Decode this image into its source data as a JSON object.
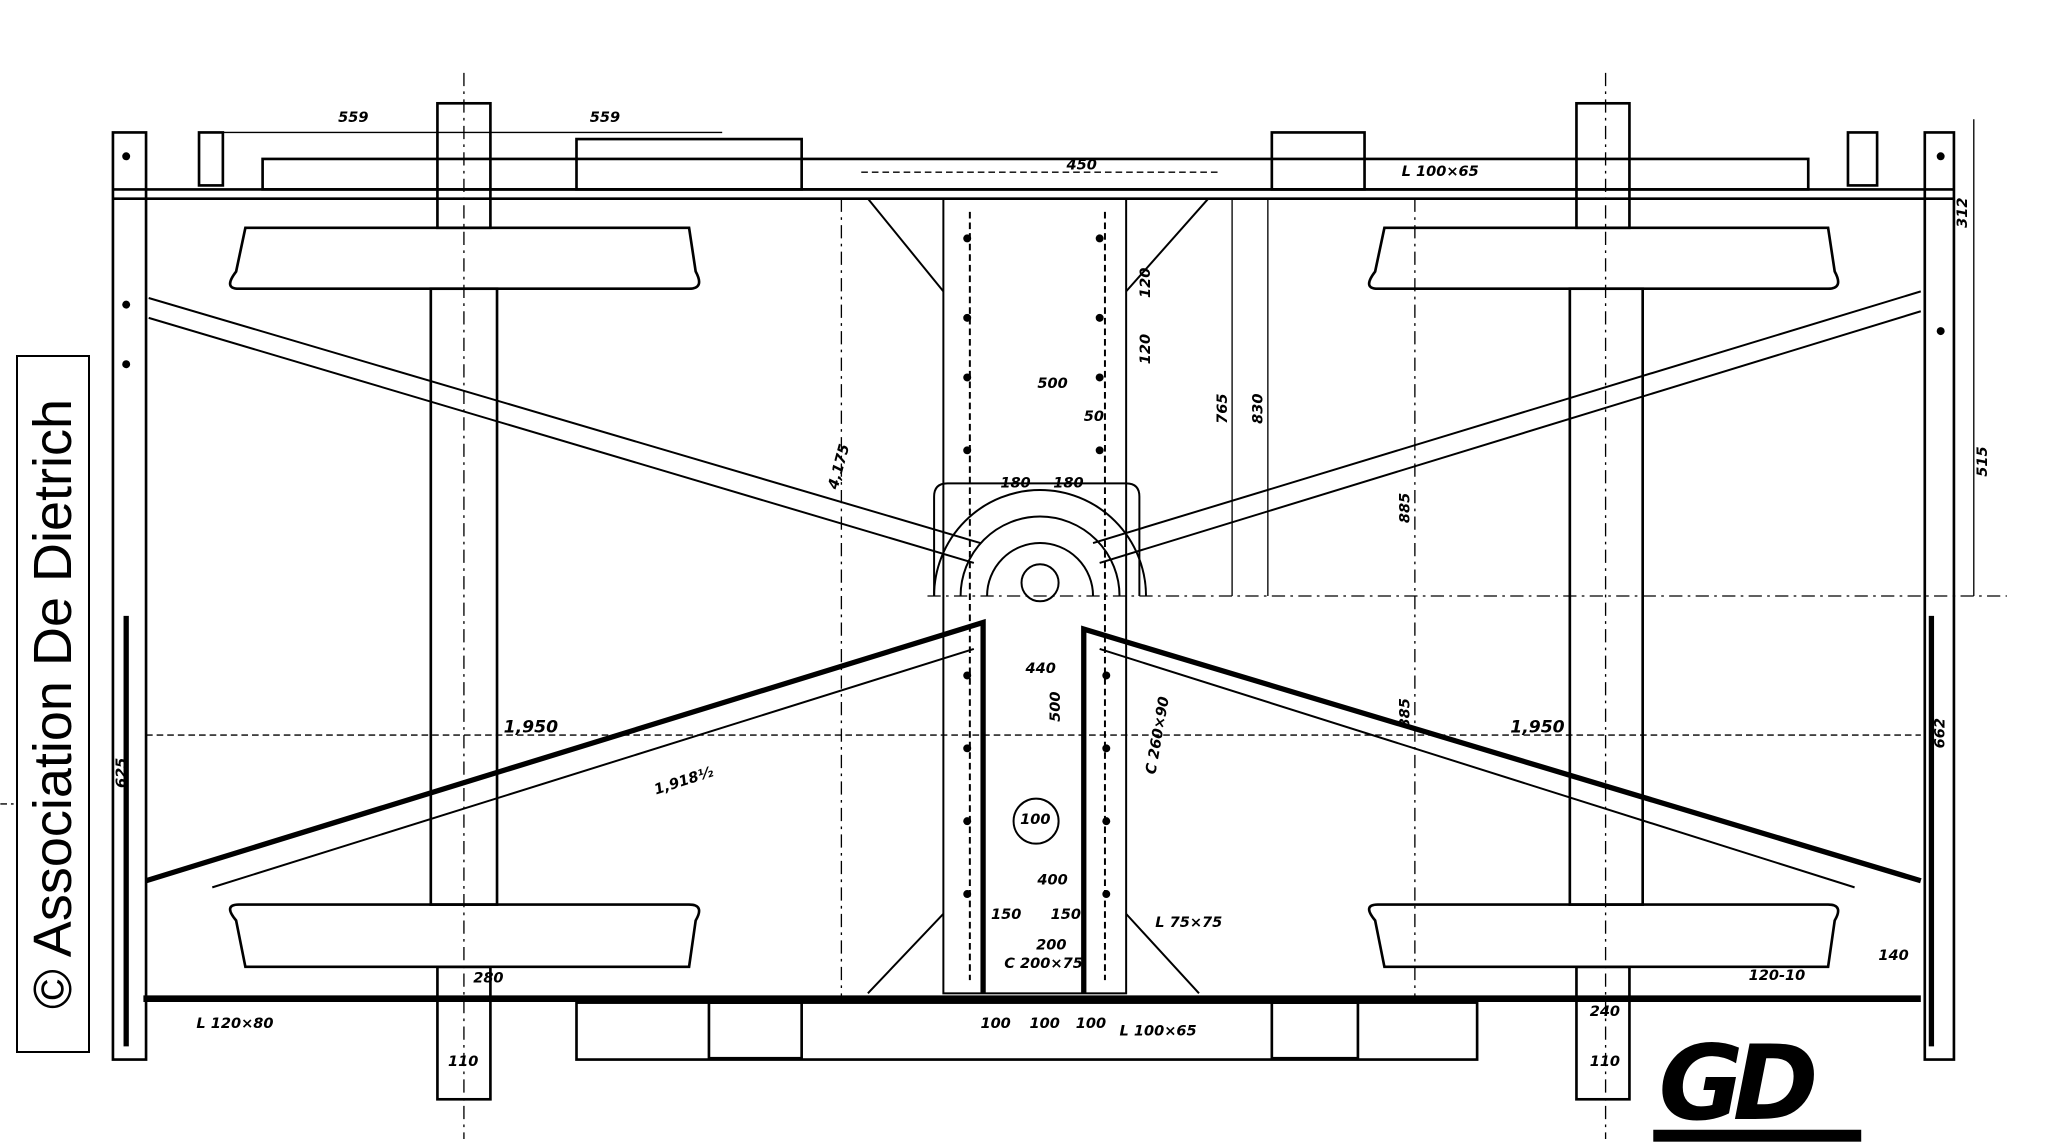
{
  "credit": "© Association De Dietrich",
  "logo": "GD",
  "labels": [
    "559",
    "559",
    "450",
    "L 100×65",
    "1,950",
    "1,950",
    "1,918½",
    "885",
    "885",
    "830",
    "765",
    "500",
    "400",
    "150",
    "150",
    "100",
    "100",
    "100",
    "L 100×65",
    "L 120×80",
    "140",
    "120-10",
    "280",
    "240",
    "110",
    "110",
    "440",
    "500",
    "100",
    "200",
    "C 200×75",
    "L 75×75",
    "C 260×90",
    "515",
    "662",
    "625",
    "312",
    "50",
    "120",
    "120",
    "180",
    "180",
    "4,175"
  ]
}
